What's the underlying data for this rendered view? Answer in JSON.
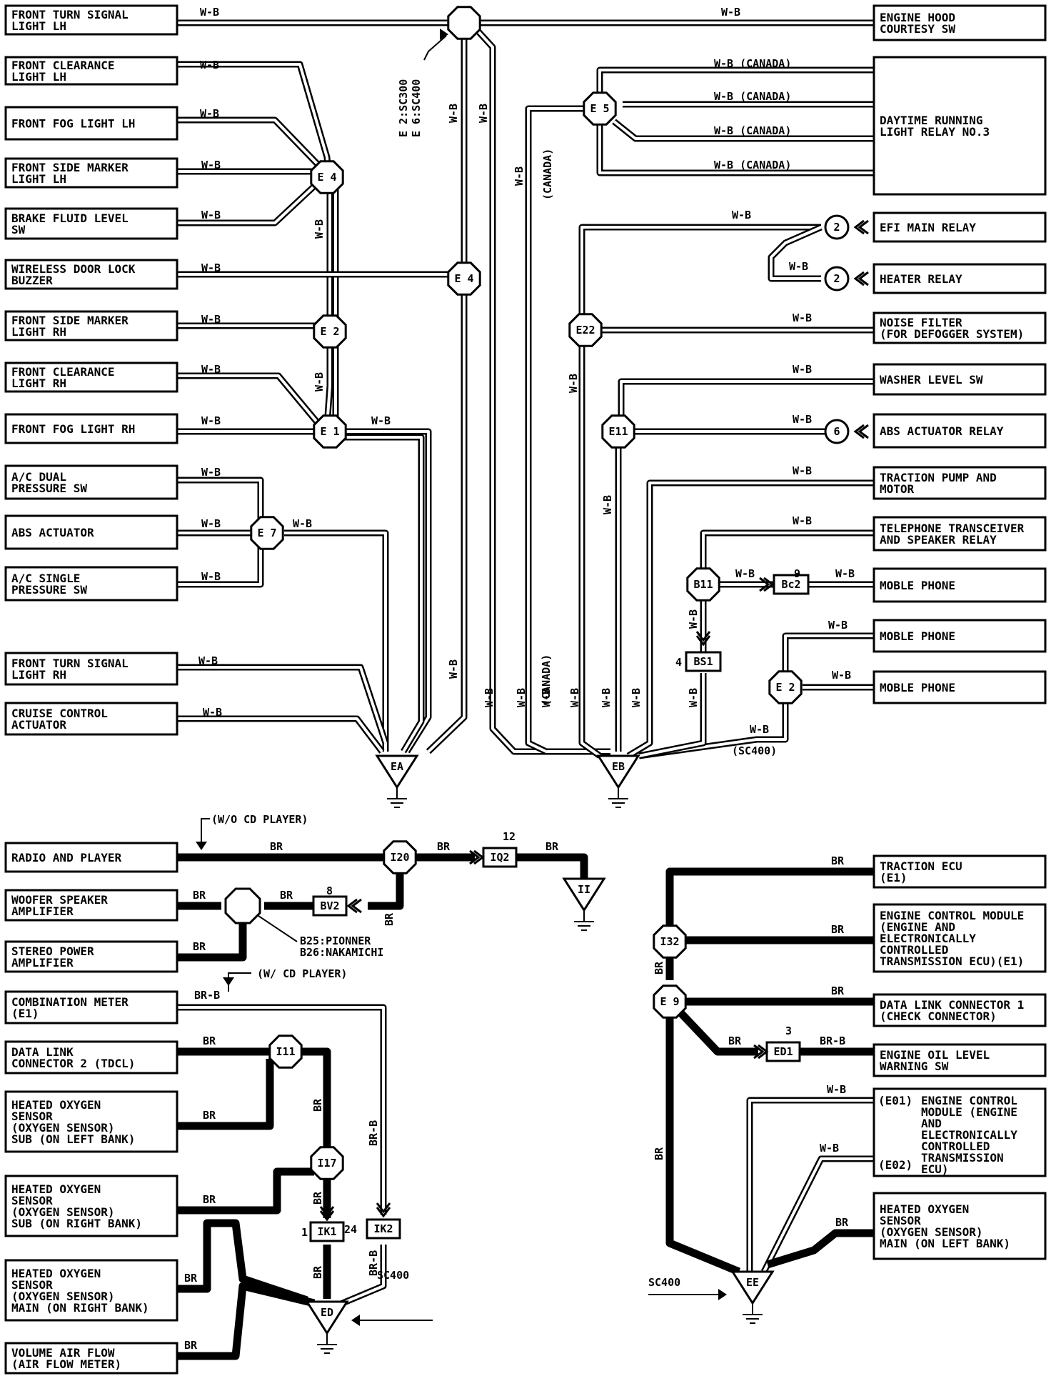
{
  "components_top_left": [
    [
      "FRONT TURN SIGNAL",
      "LIGHT LH"
    ],
    [
      "FRONT CLEARANCE",
      "LIGHT LH"
    ],
    [
      "FRONT FOG LIGHT LH"
    ],
    [
      "FRONT SIDE MARKER",
      "LIGHT LH"
    ],
    [
      "BRAKE FLUID LEVEL",
      "SW"
    ],
    [
      "WIRELESS DOOR LOCK",
      "BUZZER"
    ],
    [
      "FRONT SIDE MARKER",
      "LIGHT RH"
    ],
    [
      "FRONT CLEARANCE",
      "LIGHT RH"
    ],
    [
      "FRONT FOG LIGHT RH"
    ],
    [
      "A/C DUAL",
      "PRESSURE SW"
    ],
    [
      "ABS ACTUATOR"
    ],
    [
      "A/C SINGLE",
      "PRESSURE SW"
    ],
    [
      "FRONT TURN SIGNAL",
      "LIGHT RH"
    ],
    [
      "CRUISE CONTROL",
      "ACTUATOR"
    ]
  ],
  "components_top_right": [
    [
      "ENGINE HOOD",
      "COURTESY SW"
    ],
    [
      "DAYTIME RUNNING",
      "LIGHT RELAY NO.3"
    ],
    [
      "EFI MAIN RELAY"
    ],
    [
      "HEATER RELAY"
    ],
    [
      "NOISE FILTER",
      "(FOR DEFOGGER SYSTEM)"
    ],
    [
      "WASHER LEVEL SW"
    ],
    [
      "ABS ACTUATOR RELAY"
    ],
    [
      "TRACTION PUMP AND",
      "MOTOR"
    ],
    [
      "TELEPHONE TRANSCEIVER",
      "AND SPEAKER RELAY"
    ],
    [
      "MOBLE PHONE"
    ],
    [
      "MOBLE PHONE"
    ],
    [
      "MOBLE PHONE"
    ]
  ],
  "components_bottom_left": [
    [
      "RADIO AND PLAYER"
    ],
    [
      "WOOFER SPEAKER",
      "AMPLIFIER"
    ],
    [
      "STEREO POWER",
      "AMPLIFIER"
    ],
    [
      "COMBINATION METER",
      "(E1)"
    ],
    [
      "DATA LINK",
      "CONNECTOR 2 (TDCL)"
    ],
    [
      "HEATED OXYGEN",
      "SENSOR",
      "(OXYGEN SENSOR)",
      "SUB (ON LEFT BANK)"
    ],
    [
      "HEATED OXYGEN",
      "SENSOR",
      "(OXYGEN SENSOR)",
      "SUB (ON RIGHT BANK)"
    ],
    [
      "HEATED OXYGEN",
      "SENSOR",
      "(OXYGEN SENSOR)",
      "MAIN (ON RIGHT BANK)"
    ],
    [
      "VOLUME AIR FLOW",
      "(AIR FLOW METER)"
    ]
  ],
  "components_bottom_right": [
    [
      "TRACTION ECU",
      "(E1)"
    ],
    [
      "ENGINE CONTROL MODULE",
      "(ENGINE AND",
      "ELECTRONICALLY",
      "CONTROLLED",
      "TRANSMISSION ECU)(E1)"
    ],
    [
      "DATA LINK CONNECTOR 1",
      "(CHECK CONNECTOR)"
    ],
    [
      "ENGINE OIL LEVEL",
      "WARNING SW"
    ],
    [
      "(E01)",
      "(E02)"
    ],
    [
      "ENGINE CONTROL",
      "MODULE (ENGINE",
      "AND",
      "ELECTRONICALLY",
      "CONTROLLED",
      "TRANSMISSION",
      "ECU)"
    ],
    [
      "HEATED OXYGEN",
      "SENSOR",
      "(OXYGEN SENSOR)",
      "MAIN (ON LEFT BANK)"
    ]
  ],
  "wire_colors": [
    "W-B",
    "BR",
    "BR-B"
  ],
  "wire_notes": [
    "(CANADA)",
    "(SC400)",
    "SC400",
    "(W/O CD PLAYER)",
    "(W/ CD PLAYER)",
    "B25:PIONNER",
    "B26:NAKAMICHI",
    "E 2:SC300",
    "E 6:SC400"
  ],
  "junctions": [
    "E 4",
    "E 4",
    "E 2",
    "E 1",
    "E 7",
    "E 5",
    "E22",
    "E11",
    "B11",
    "E 2",
    "I20",
    "I11",
    "I17",
    "I32",
    "E 9"
  ],
  "connectors": [
    "2",
    "2",
    "6",
    "Bc2",
    "BS1",
    "IQ2",
    "BV2",
    "IK2",
    "IK1",
    "ED1"
  ],
  "connector_pins": [
    "9",
    "4",
    "12",
    "8",
    "24",
    "1",
    "3"
  ],
  "grounds": [
    "EA",
    "EB",
    "II",
    "ED",
    "EE"
  ]
}
